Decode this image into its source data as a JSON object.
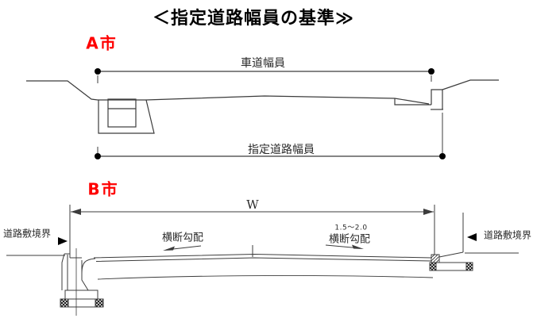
{
  "title": "＜指定道路幅員の基準≫",
  "section_a": {
    "label": "A市",
    "dim_top_label": "車道幅員",
    "dim_bottom_label": "指定道路幅員"
  },
  "section_b": {
    "label": "B市",
    "width_label": "W",
    "cross_slope_left_label": "横断勾配",
    "cross_slope_right_label": "横断勾配",
    "slope_value_label": "1.5～2.0",
    "boundary_left_label": "道路敷境界",
    "boundary_right_label": "道路敷境界"
  },
  "colors": {
    "background": "#ffffff",
    "line": "#3c3c3c",
    "city_label_red": "#ff0000",
    "text": "#1a1a1a"
  },
  "icons": {
    "dimension_endpoint": "filled-circle",
    "dimension_arrow": "cad-arrowhead",
    "boundary_pointer": "filled-triangle",
    "foundation_fill": "crosshatch",
    "pavement_edge_fill": "diagonal-hatch"
  }
}
